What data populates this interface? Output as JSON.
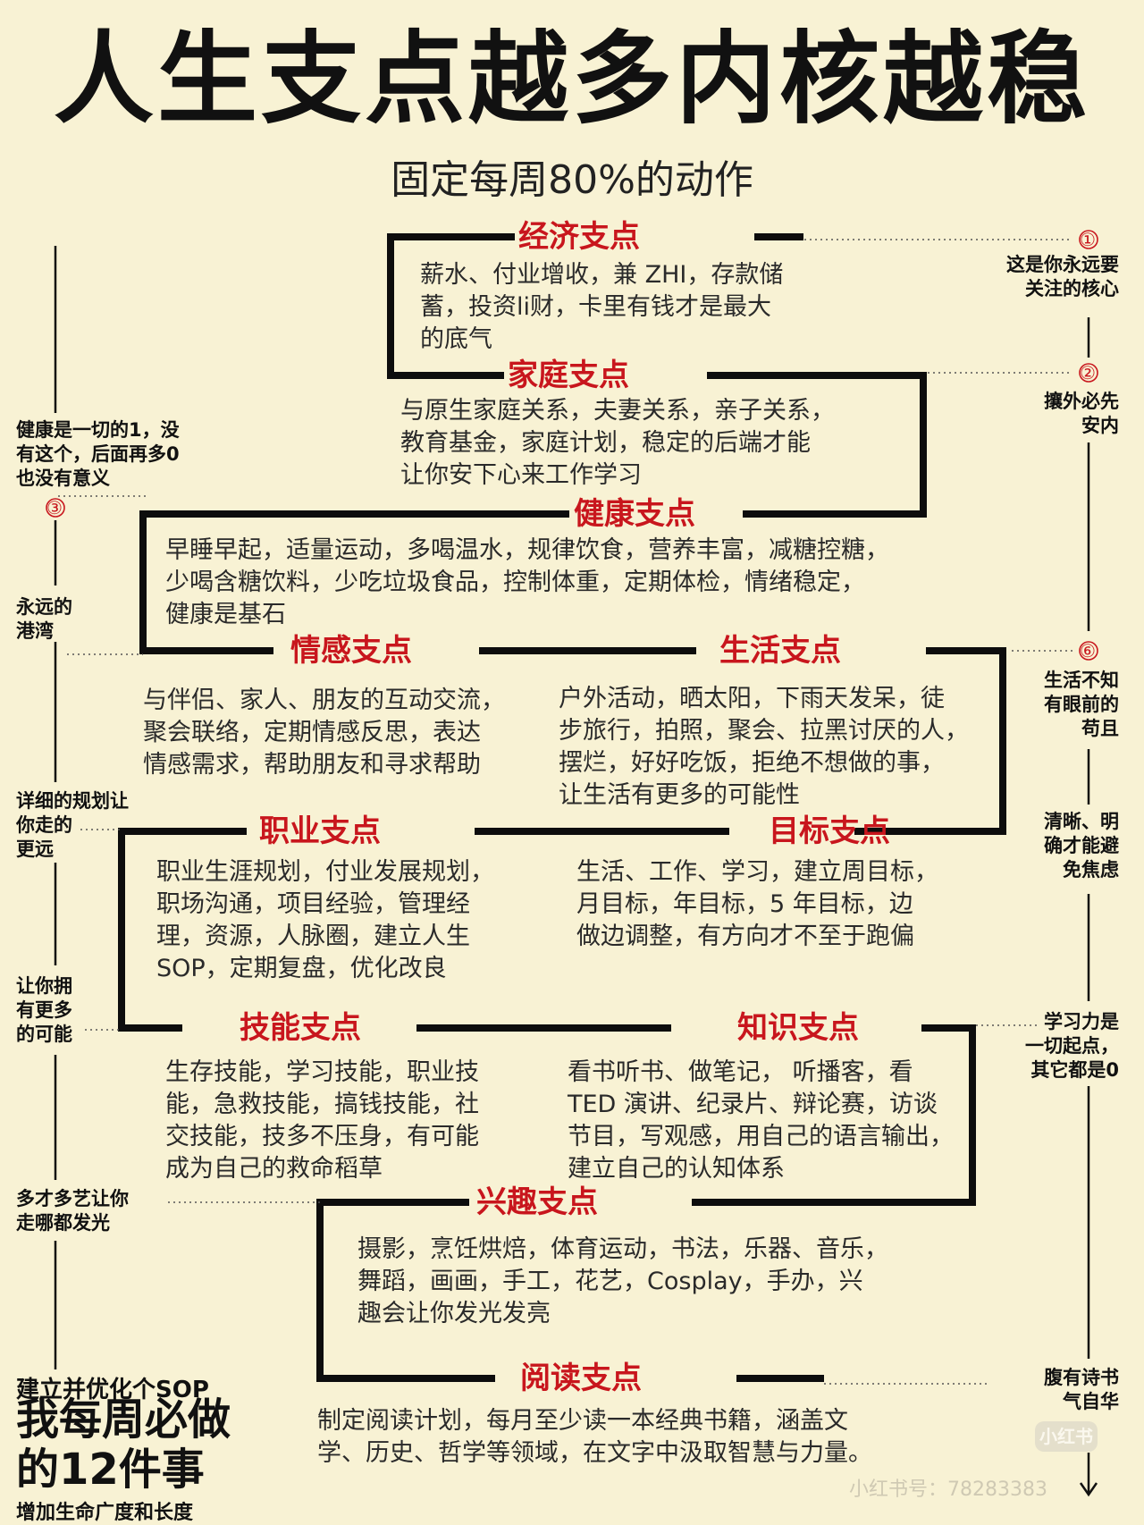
{
  "title": "人生支点越多内核越稳",
  "subtitle": "固定每周80%的动作",
  "pivots": [
    {
      "title": "经济支点",
      "desc": "薪水、付业增收，兼 ZHI，存款储\n蓄，投资li财，卡里有钱才是最大\n的底气"
    },
    {
      "title": "家庭支点",
      "desc": "与原生家庭关系，夫妻关系，亲子关系，\n教育基金，家庭计划，稳定的后端才能\n让你安下心来工作学习"
    },
    {
      "title": "健康支点",
      "desc": "早睡早起，适量运动，多喝温水，规律饮食，营养丰富，减糖控糖，\n少喝含糖饮料，少吃垃圾食品，控制体重，定期体检，情绪稳定，\n健康是基石"
    },
    {
      "title": "情感支点",
      "desc": "与伴侣、家人、朋友的互动交流，\n聚会联络，定期情感反思，表达\n情感需求，帮助朋友和寻求帮助"
    },
    {
      "title": "生活支点",
      "desc": "户外活动，晒太阳，下雨天发呆，徒\n步旅行，拍照，聚会、拉黑讨厌的人，\n摆烂，好好吃饭，拒绝不想做的事，\n让生活有更多的可能性"
    },
    {
      "title": "职业支点",
      "desc": "职业生涯规划，付业发展规划，\n职场沟通，项目经验，管理经\n理，资源，人脉圈，建立人生\nSOP，定期复盘，优化改良"
    },
    {
      "title": "目标支点",
      "desc": "生活、工作、学习，建立周目标，\n月目标，年目标，5 年目标，边\n做边调整，有方向才不至于跑偏"
    },
    {
      "title": "技能支点",
      "desc": "生存技能，学习技能，职业技\n能，急救技能，搞钱技能，社\n交技能，技多不压身，有可能\n成为自己的救命稻草"
    },
    {
      "title": "知识支点",
      "desc": "看书听书、做笔记， 听播客，看\nTED 演讲、纪录片、辩论赛，访谈\n节目，写观感，用自己的语言输出，\n建立自己的认知体系"
    },
    {
      "title": "兴趣支点",
      "desc": "摄影，烹饪烘焙，体育运动，书法，乐器、音乐，\n舞蹈，画画，手工，花艺，Cosplay，手办，兴\n趣会让你发光发亮"
    },
    {
      "title": "阅读支点",
      "desc": "制定阅读计划，每月至少读一本经典书籍，涵盖文\n学、历史、哲学等领域，在文字中汲取智慧与力量。"
    }
  ],
  "left_notes": {
    "health": "健康是一切的1，没\n有这个，后面再多0\n也没有意义",
    "harbor": "永远的\n港湾",
    "plan": "详细的规划让\n你走的\n更远",
    "more": "让你拥\n有更多\n的可能",
    "talent": "多才多艺让你\n走哪都发光"
  },
  "right_notes": {
    "core": "这是你永远要\n关注的核心",
    "family": "攘外必先\n安内",
    "life": "生活不知\n有眼前的\n苟且",
    "goal": "清晰、明\n确才能避\n免焦虑",
    "learn": "学习力是\n一切起点，\n其它都是0",
    "poem": "腹有诗书\n气自华"
  },
  "circle_numbers": {
    "one": "①",
    "two": "②",
    "three": "③",
    "six": "⑥"
  },
  "footer": {
    "line1": "建立并优化个SOP",
    "line2": "我每周必做",
    "line3": "的12件事",
    "line4": "增加生命广度和长度"
  },
  "watermark": {
    "logo": "小红书",
    "id": "小红书号：78283383"
  },
  "colors": {
    "background": "#f8f2d4",
    "accent": "#c8161d",
    "ink": "#111111"
  }
}
